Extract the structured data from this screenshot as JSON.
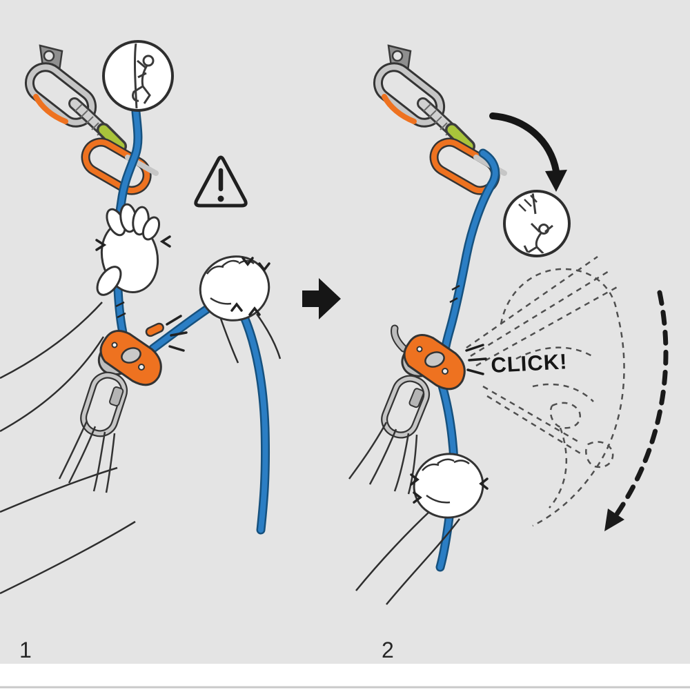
{
  "illustration": {
    "kind": "climbing-belay-device-instruction-diagram",
    "background": "#e4e4e4",
    "colors": {
      "rope_blue": "#2b7ec4",
      "rope_blue_outline": "#16517e",
      "device_orange": "#ee7220",
      "sling_green": "#a9c43b",
      "metal_gray": "#c6c6c6",
      "outline_dark": "#2e2e2e",
      "ghost_dash_gray": "#4f4f4f",
      "footer_rule": "#c9c9c9"
    }
  },
  "panels": {
    "step1": {
      "number": "1",
      "icons": [
        "bolt-hanger",
        "quickdraw",
        "climber-inset-circle",
        "warning-triangle",
        "climbing-rope",
        "guide-hand",
        "brake-fist",
        "belay-device",
        "locking-carabiner",
        "harness-loops"
      ]
    },
    "step2": {
      "number": "2",
      "click_label": "CLICK!",
      "icons": [
        "bolt-hanger",
        "quickdraw",
        "falling-climber-inset-circle",
        "curved-fall-arrow",
        "climbing-rope",
        "belay-device",
        "locking-carabiner",
        "brake-fist",
        "dashed-belayer-ghost",
        "dashed-rotation-arrow"
      ]
    }
  },
  "transition": {
    "icon": "step-arrow-right"
  }
}
